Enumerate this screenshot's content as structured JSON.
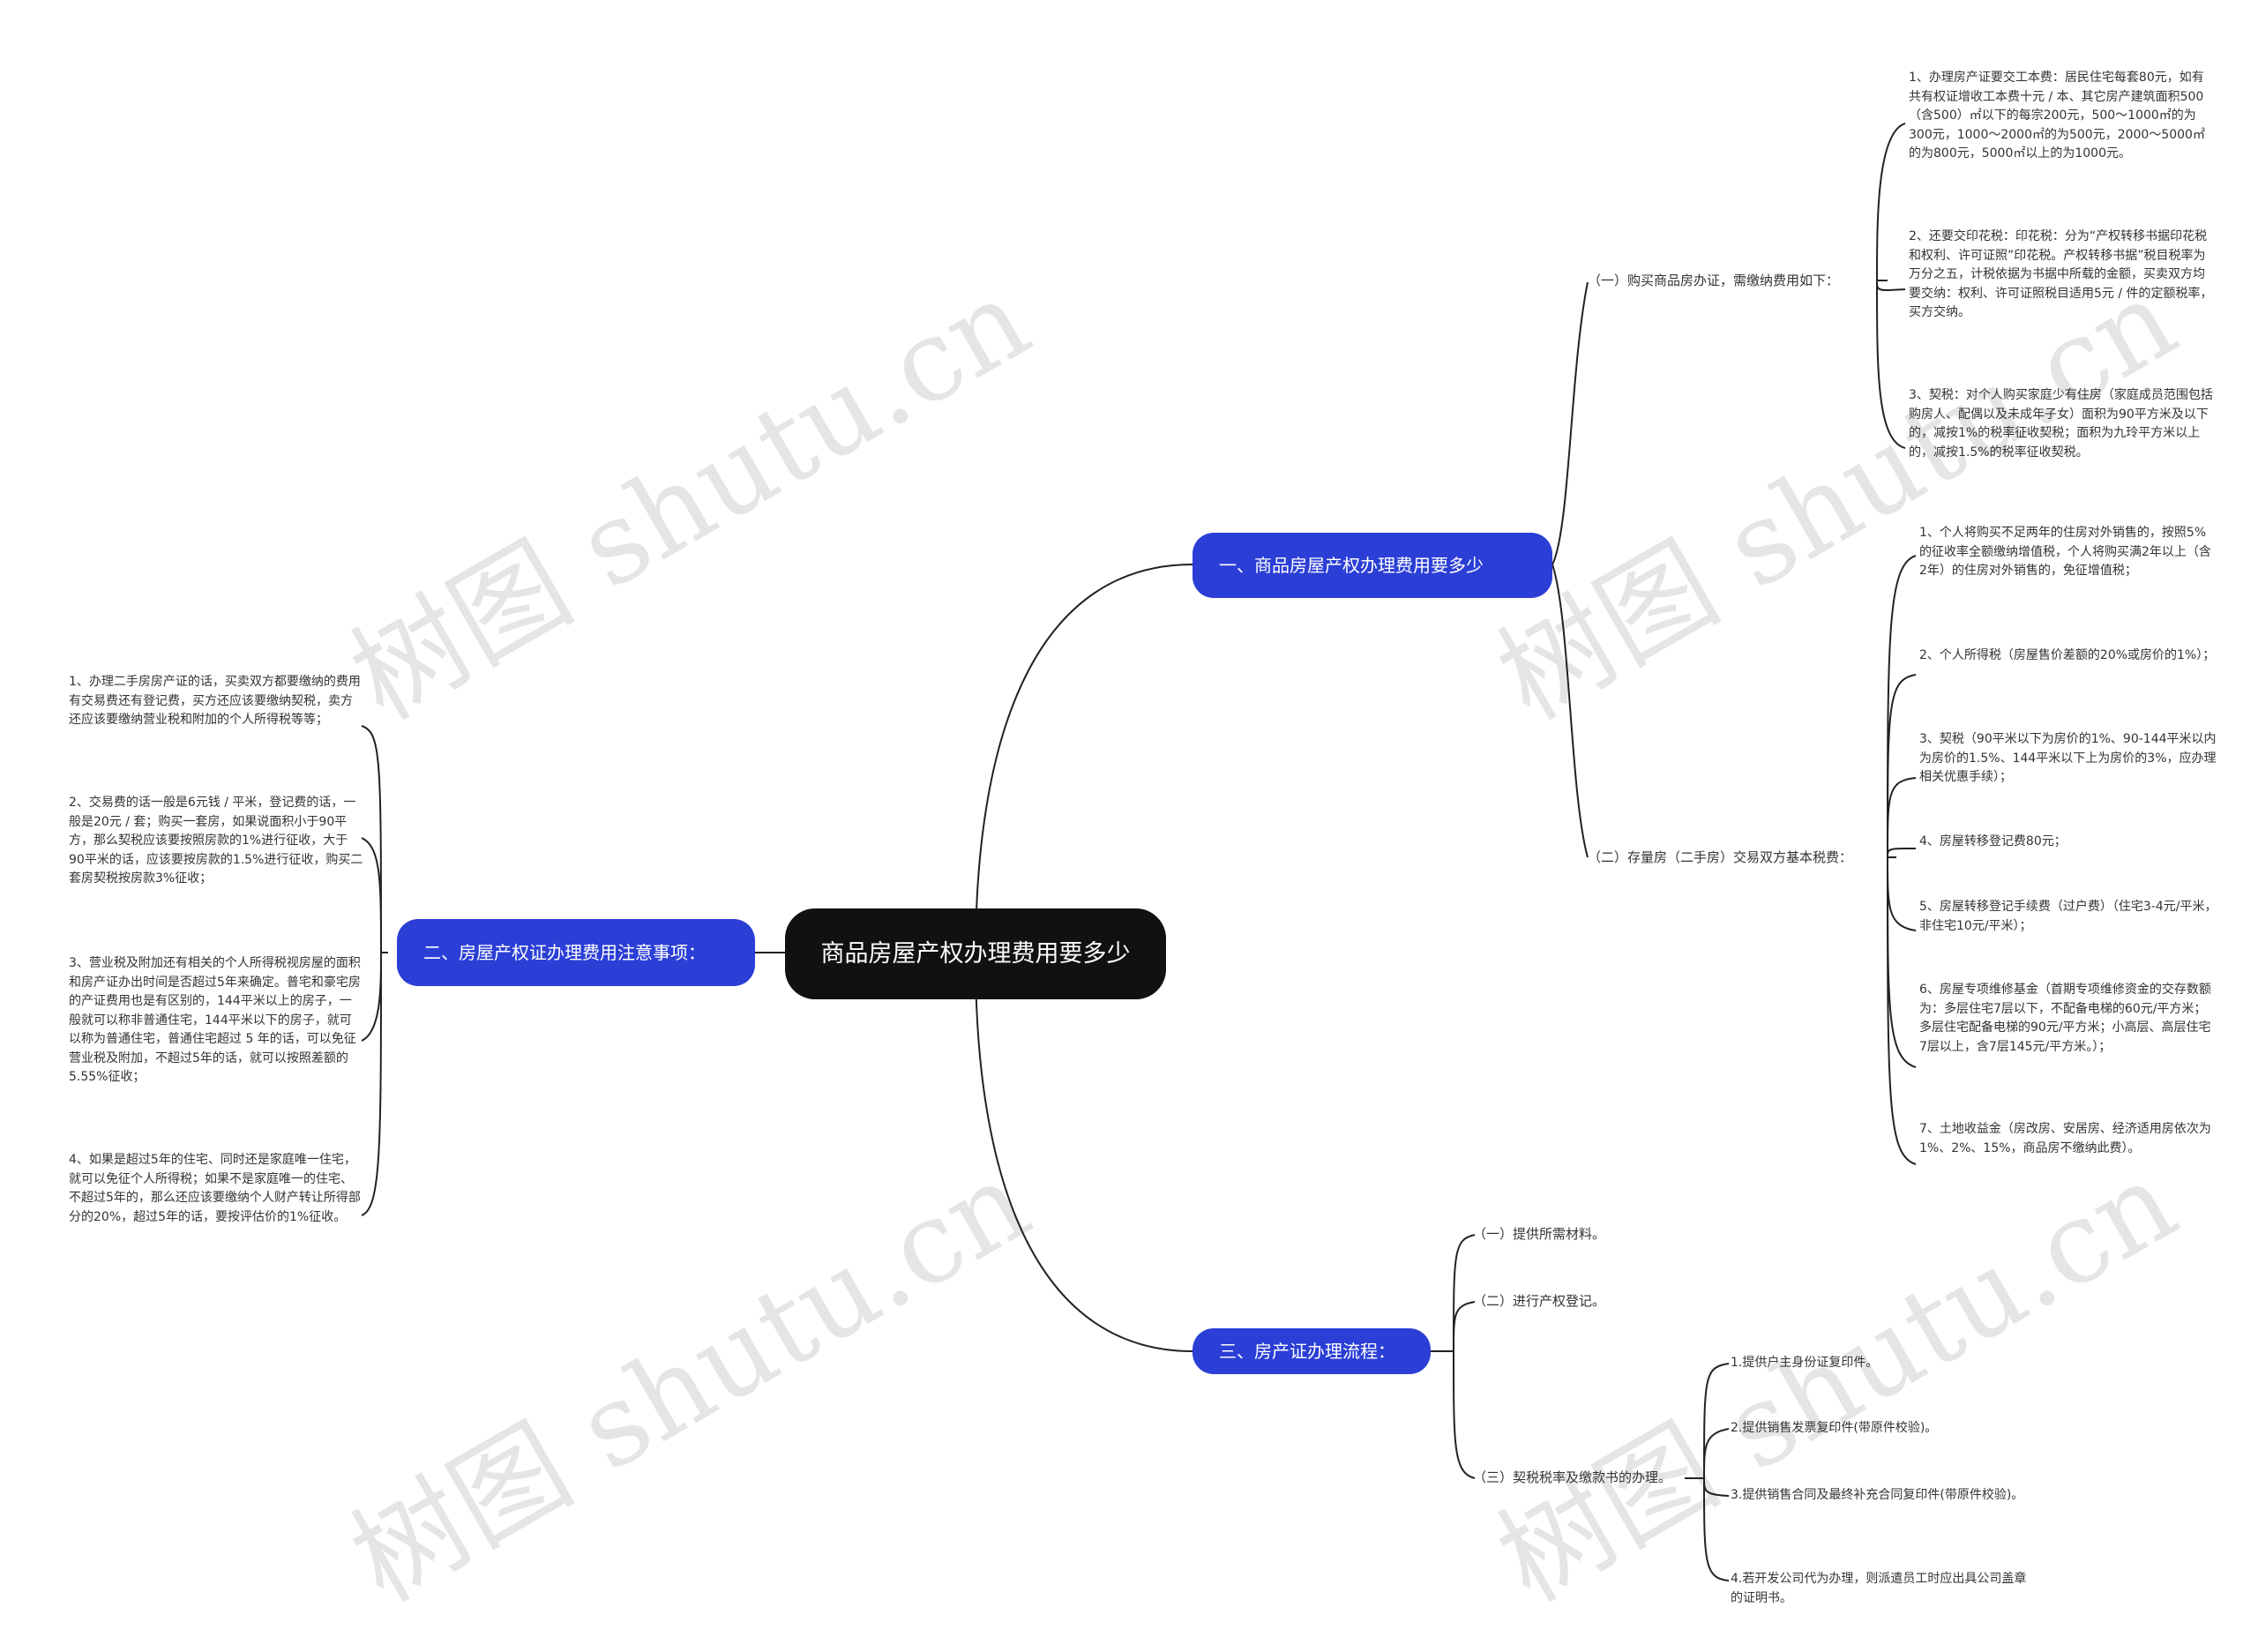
{
  "watermark": "树图 shutu.cn",
  "colors": {
    "root": "#111111",
    "main": "#2b3fd6",
    "line": "#222222",
    "text": "#333333"
  },
  "root": {
    "label": "商品房屋产权办理费用要多少"
  },
  "b1": {
    "label": "一、商品房屋产权办理费用要多少",
    "s1": {
      "label": "（一）购买商品房办证，需缴纳费用如下：",
      "items": [
        "1、办理房产证要交工本费：居民住宅每套80元，如有共有权证增收工本费十元 / 本、其它房产建筑面积500（含500）㎡以下的每宗200元，500～1000㎡的为300元，1000～2000㎡的为500元，2000～5000㎡的为800元，5000㎡以上的为1000元。",
        "2、还要交印花税：印花税：分为“产权转移书据印花税和权利、许可证照”印花税。产权转移书据”税目税率为万分之五，计税依据为书据中所载的金额，买卖双方均要交纳：权利、许可证照税目适用5元 / 件的定额税率，买方交纳。",
        "3、契税：对个人购买家庭少有住房（家庭成员范围包括购房人、配偶以及未成年子女）面积为90平方米及以下的，减按1%的税率征收契税；面积为九玲平方米以上的，减按1.5%的税率征收契税。"
      ]
    },
    "s2": {
      "label": "（二）存量房（二手房）交易双方基本税费：",
      "items": [
        "1、个人将购买不足两年的住房对外销售的，按照5%的征收率全额缴纳增值税，个人将购买满2年以上（含2年）的住房对外销售的，免征增值税；",
        "2、个人所得税（房屋售价差额的20%或房价的1%）；",
        "3、契税（90平米以下为房价的1%、90-144平米以内为房价的1.5%、144平米以下上为房价的3%，应办理相关优惠手续）；",
        "4、房屋转移登记费80元；",
        "5、房屋转移登记手续费（过户费）（住宅3-4元/平米，非住宅10元/平米）；",
        "6、房屋专项维修基金（首期专项维修资金的交存数额为：多层住宅7层以下，不配备电梯的60元/平方米；多层住宅配备电梯的90元/平方米；小高层、高层住宅7层以上，含7层145元/平方米。）；",
        "7、土地收益金（房改房、安居房、经济适用房依次为1%、2%、15%，商品房不缴纳此费）。"
      ]
    }
  },
  "b2": {
    "label": "二、房屋产权证办理费用注意事项：",
    "items": [
      "1、办理二手房房产证的话，买卖双方都要缴纳的费用有交易费还有登记费，买方还应该要缴纳契税，卖方还应该要缴纳营业税和附加的个人所得税等等；",
      "2、交易费的话一般是6元钱 / 平米，登记费的话，一般是20元 / 套；购买一套房，如果说面积小于90平方，那么契税应该要按照房款的1%进行征收，大于90平米的话，应该要按房款的1.5%进行征收，购买二套房契税按房款3%征收；",
      "3、营业税及附加还有相关的个人所得税视房屋的面积和房产证办出时间是否超过5年来确定。普宅和豪宅房的产证费用也是有区别的，144平米以上的房子，一般就可以称非普通住宅，144平米以下的房子，就可以称为普通住宅，普通住宅超过 5 年的话，可以免征营业税及附加，不超过5年的话，就可以按照差额的5.55%征收；",
      "4、如果是超过5年的住宅、同时还是家庭唯一住宅，就可以免征个人所得税；如果不是家庭唯一的住宅、不超过5年的，那么还应该要缴纳个人财产转让所得部分的20%，超过5年的话，要按评估价的1%征收。"
    ]
  },
  "b3": {
    "label": "三、房产证办理流程：",
    "items": [
      "（一）提供所需材料。",
      "（二）进行产权登记。",
      "（三）契税税率及缴款书的办理。"
    ],
    "s3": [
      "1.提供户主身份证复印件。",
      "2.提供销售发票复印件(带原件校验)。",
      "3.提供销售合同及最终补充合同复印件(带原件校验)。",
      "4.若开发公司代为办理，则派遣员工时应出具公司盖章的证明书。"
    ]
  }
}
